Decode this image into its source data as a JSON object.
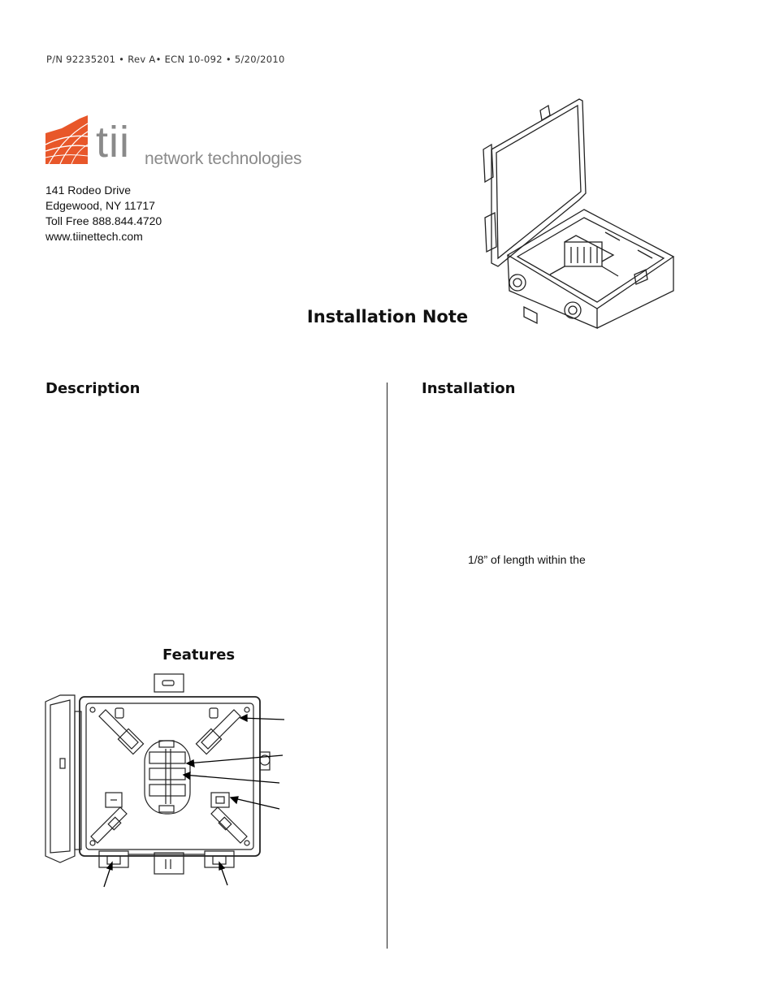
{
  "header": {
    "part_number_line": "P/N 92235201 • Rev A• ECN 10-092 • 5/20/2010"
  },
  "logo": {
    "brand": "tii",
    "tagline": "network technologies",
    "brand_color": "#e8572a",
    "text_color": "#8a8a8a"
  },
  "address": {
    "street": "141 Rodeo Drive",
    "city": "Edgewood, NY 11717",
    "phone": "Toll Free 888.844.4720",
    "website": "www.tiinettech.com"
  },
  "document": {
    "title": "Installation Note"
  },
  "sections": {
    "description_heading": "Description",
    "installation_heading": "Installation",
    "features_heading": "Features",
    "installation_fragment": "1/8” of length within the"
  },
  "illustrations": {
    "enclosure_icon": "open-enclosure-illustration",
    "features_icon": "enclosure-features-diagram"
  }
}
